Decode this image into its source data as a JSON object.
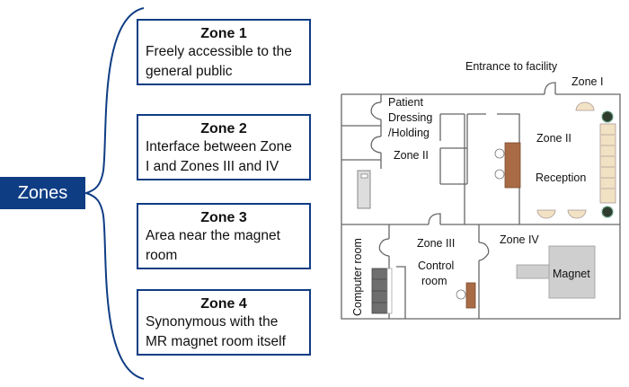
{
  "root_label": "Zones",
  "zones": [
    {
      "title": "Zone 1",
      "desc_lines": [
        "Freely accessible to the",
        "general public"
      ]
    },
    {
      "title": "Zone 2",
      "desc_lines": [
        "Interface between Zone",
        "I and Zones III and IV"
      ]
    },
    {
      "title": "Zone 3",
      "desc_lines": [
        "Area near the magnet",
        "room"
      ]
    },
    {
      "title": "Zone 4",
      "desc_lines": [
        "Synonymous with the",
        "MR magnet room itself"
      ]
    }
  ],
  "floor_plan": {
    "entrance_label": "Entrance to facility",
    "zone1_label": "Zone I",
    "patient_label_lines": [
      "Patient",
      "Dressing",
      "/Holding"
    ],
    "zone2_left_label": "Zone II",
    "zone2_right_label": "Zone II",
    "reception_label": "Reception",
    "computer_room_label": "Computer room",
    "zone3_label": "Zone III",
    "control_room_lines": [
      "Control",
      "room"
    ],
    "zone4_label": "Zone IV",
    "magnet_label": "Magnet"
  },
  "colors": {
    "accent": "#0f3d84",
    "wall": "#555555",
    "desk": "#a86b45",
    "sofa": "#f2e2c4",
    "magnet": "#cfcfcf",
    "server": "#6e6e6e",
    "plant": "#2f3d2f"
  }
}
